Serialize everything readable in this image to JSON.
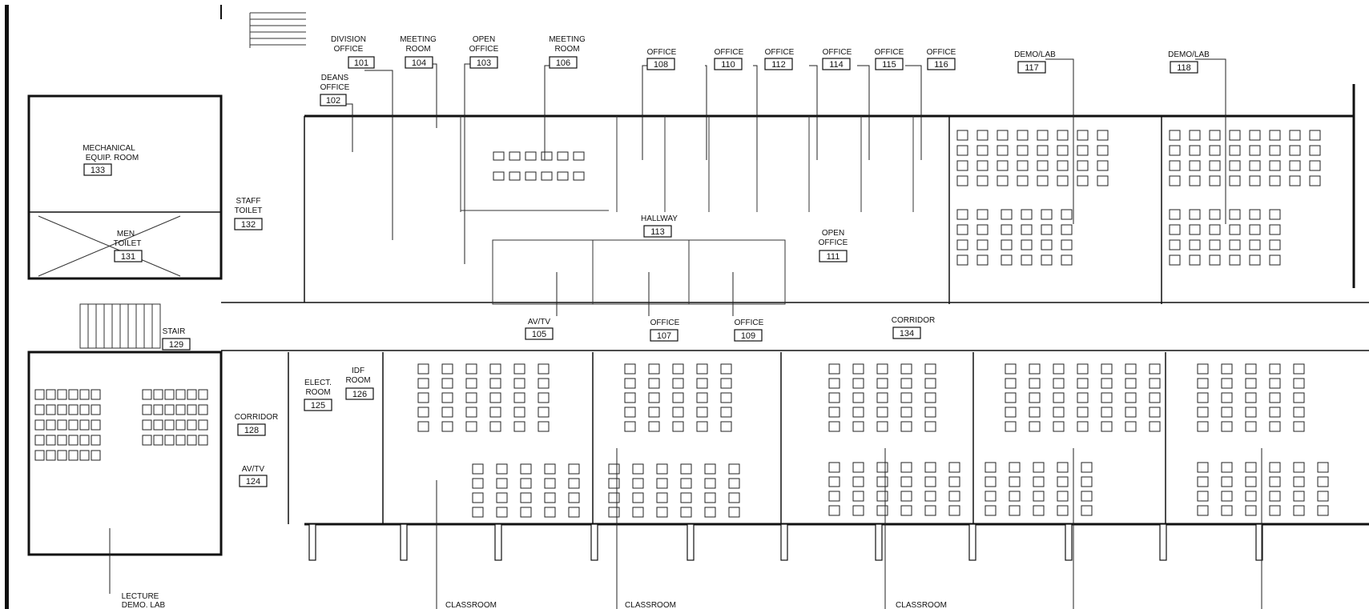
{
  "rooms": [
    {
      "name": "DIVISION OFFICE",
      "number": "101"
    },
    {
      "name": "DEANS OFFICE",
      "number": "102"
    },
    {
      "name": "OPEN OFFICE",
      "number": "103"
    },
    {
      "name": "MEETING ROOM",
      "number": "104"
    },
    {
      "name": "AV/TV",
      "number": "105"
    },
    {
      "name": "MEETING ROOM",
      "number": "106"
    },
    {
      "name": "OFFICE",
      "number": "107"
    },
    {
      "name": "OFFICE",
      "number": "108"
    },
    {
      "name": "OFFICE",
      "number": "109"
    },
    {
      "name": "OFFICE",
      "number": "110"
    },
    {
      "name": "OPEN OFFICE",
      "number": "111"
    },
    {
      "name": "OFFICE",
      "number": "112"
    },
    {
      "name": "HALLWAY",
      "number": "113"
    },
    {
      "name": "OFFICE",
      "number": "114"
    },
    {
      "name": "OFFICE",
      "number": "115"
    },
    {
      "name": "OFFICE",
      "number": "116"
    },
    {
      "name": "DEMO/LAB",
      "number": "117"
    },
    {
      "name": "DEMO/LAB",
      "number": "118"
    },
    {
      "name": "AV/TV",
      "number": "124"
    },
    {
      "name": "ELECT. ROOM",
      "number": "125"
    },
    {
      "name": "IDF ROOM",
      "number": "126"
    },
    {
      "name": "CORRIDOR",
      "number": "128"
    },
    {
      "name": "STAIR",
      "number": "129"
    },
    {
      "name": "MEN TOILET",
      "number": "131"
    },
    {
      "name": "STAFF TOILET",
      "number": "132"
    },
    {
      "name": "MECHANICAL EQUIP. ROOM",
      "number": "133"
    },
    {
      "name": "CORRIDOR",
      "number": "134"
    }
  ],
  "bottom_labels": [
    "LECTURE",
    "DEMO. LAB",
    "CLASSROOM",
    "CLASSROOM",
    "CLASSROOM"
  ]
}
